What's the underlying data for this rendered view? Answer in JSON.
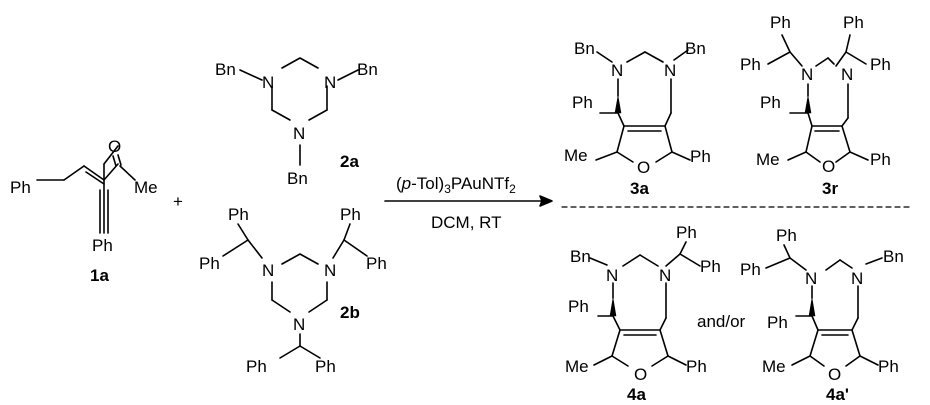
{
  "compounds": {
    "c1a": {
      "label": "1a",
      "ph_top": "Ph",
      "ph_bottom": "Ph",
      "oxygen": "O",
      "methyl": "Me"
    },
    "c2a": {
      "label": "2a",
      "bn_left": "Bn",
      "bn_right": "Bn",
      "bn_bottom": "Bn",
      "n_left": "N",
      "n_right": "N",
      "n_bottom": "N"
    },
    "c2b": {
      "label": "2b",
      "ph1": "Ph",
      "ph2": "Ph",
      "ph3": "Ph",
      "ph4": "Ph",
      "ph5": "Ph",
      "ph6": "Ph",
      "n_left": "N",
      "n_right": "N",
      "n_bottom": "N"
    },
    "c3a": {
      "label": "3a",
      "bn_left": "Bn",
      "bn_right": "Bn",
      "n_left": "N",
      "n_right": "N",
      "ph_benzyl": "Ph",
      "methyl": "Me",
      "oxygen": "O",
      "ph_furan": "Ph"
    },
    "c3r": {
      "label": "3r",
      "ph1": "Ph",
      "ph2": "Ph",
      "ph3": "Ph",
      "ph4": "Ph",
      "n_left": "N",
      "n_right": "N",
      "ph_benzyl": "Ph",
      "methyl": "Me",
      "oxygen": "O",
      "ph_furan": "Ph"
    },
    "c4a": {
      "label": "4a",
      "bn": "Bn",
      "ph_top": "Ph",
      "ph_right": "Ph",
      "n_left": "N",
      "n_right": "N",
      "ph_benzyl": "Ph",
      "methyl": "Me",
      "oxygen": "O",
      "ph_furan": "Ph"
    },
    "c4a_prime": {
      "label": "4a'",
      "bn": "Bn",
      "ph_top": "Ph",
      "ph_left": "Ph",
      "n_left": "N",
      "n_right": "N",
      "ph_benzyl": "Ph",
      "methyl": "Me",
      "oxygen": "O",
      "ph_furan": "Ph"
    }
  },
  "plus_sign": "+",
  "and_or": "and/or",
  "conditions": {
    "catalyst_prefix": "(",
    "catalyst_italic": "p",
    "catalyst_tol": "-Tol)",
    "catalyst_sub3": "3",
    "catalyst_mid": "PAuNTf",
    "catalyst_sub2": "2",
    "solvent_temp": "DCM, RT"
  }
}
